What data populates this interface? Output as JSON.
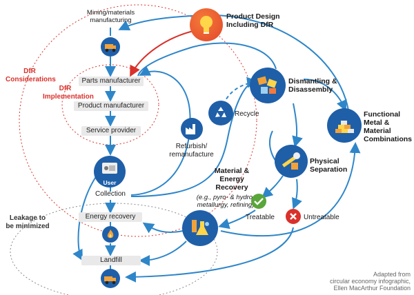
{
  "left": {
    "mining_label": "Mining/materials manufacturing",
    "dfr_considerations": "DfR Considerations",
    "dfr_implementation": "DfR Implementation",
    "parts_manufacturer": "Parts manufacturer",
    "product_manufacturer": "Product manufacturer",
    "service_provider": "Service provider",
    "user_label": "User",
    "collection": "Collection",
    "leakage": "Leakage to be minimized",
    "energy_recovery": "Energy recovery",
    "landfill": "Landfill"
  },
  "center": {
    "product_design": "Product Design Including DfR",
    "recycle": "Recycle",
    "refurbish": "Refurbish/ remanufacture",
    "material_energy_recovery": "Material & Energy Recovery",
    "mer_detail": "(e.g., pyro- & hydro-metallurgy, refining)",
    "treatable": "Treatable",
    "untreatable": "Untreatable"
  },
  "right": {
    "dismantling": "Dismantling & Disassembly",
    "physical_separation": "Physical Separation",
    "functional_metal": "Functional Metal & Material Combinations"
  },
  "credit": {
    "line1": "Adapted from",
    "line2": "circular economy infographic,",
    "line3": "Ellen MacArthur Foundation"
  },
  "colors": {
    "flow_blue": "#2e86c9",
    "icon_blue": "#1f5fa8",
    "dfr_red": "#d9312b",
    "orange": "#f2a23a",
    "green_check": "#5aa63a",
    "red_x": "#d9312b"
  },
  "icons": [
    "lightbulb-icon",
    "truck-icon",
    "factory-icon",
    "recycle-icon",
    "user-icon",
    "fire-icon",
    "landfill-truck-icon",
    "dismantling-icon",
    "separation-icon",
    "metal-bars-icon",
    "lab-flask-icon",
    "check-icon",
    "x-icon"
  ]
}
